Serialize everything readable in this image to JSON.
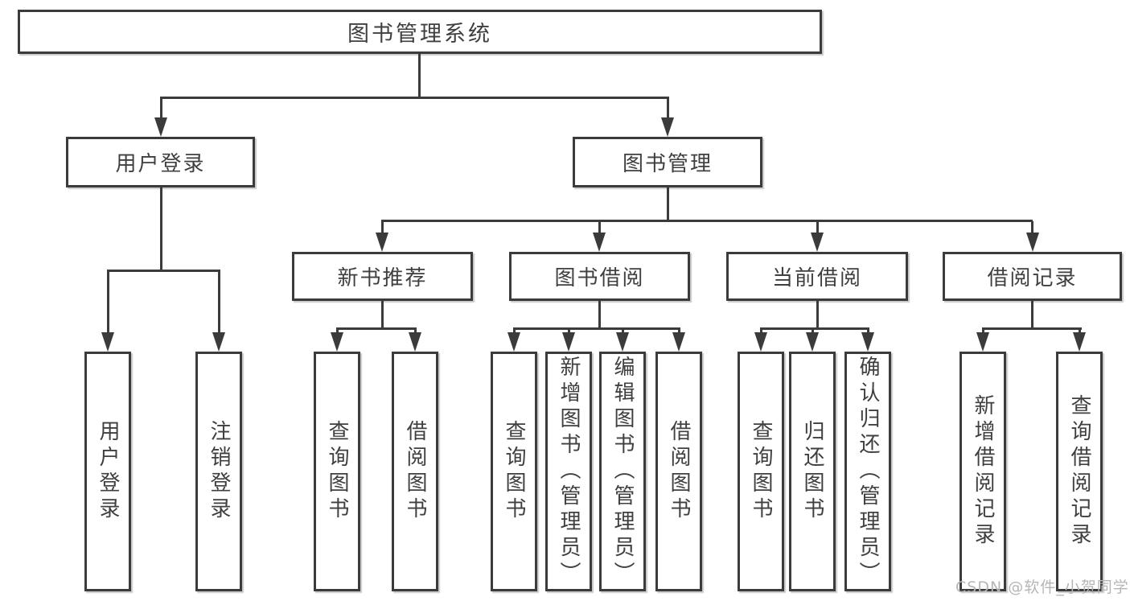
{
  "tree": {
    "root": {
      "label": "图书管理系统",
      "children": [
        {
          "label": "用户登录",
          "children": [
            {
              "label": "用户登录"
            },
            {
              "label": "注销登录"
            }
          ]
        },
        {
          "label": "图书管理",
          "children": [
            {
              "label": "新书推荐",
              "children": [
                {
                  "label": "查询图书"
                },
                {
                  "label": "借阅图书"
                }
              ]
            },
            {
              "label": "图书借阅",
              "children": [
                {
                  "label": "查询图书"
                },
                {
                  "label": "新增图书（管理员）"
                },
                {
                  "label": "编辑图书（管理员）"
                },
                {
                  "label": "借阅图书"
                }
              ]
            },
            {
              "label": "当前借阅",
              "children": [
                {
                  "label": "查询图书"
                },
                {
                  "label": "归还图书"
                },
                {
                  "label": "确认归还（管理员）"
                }
              ]
            },
            {
              "label": "借阅记录",
              "children": [
                {
                  "label": "新增借阅记录"
                },
                {
                  "label": "查询借阅记录"
                }
              ]
            }
          ]
        }
      ]
    }
  },
  "watermark": "CSDN @软件_小贺同学",
  "colors": {
    "line": "#3b3b3b",
    "text": "#3f3f3f",
    "background": "#ffffff",
    "watermark": "#b6b6b6"
  }
}
